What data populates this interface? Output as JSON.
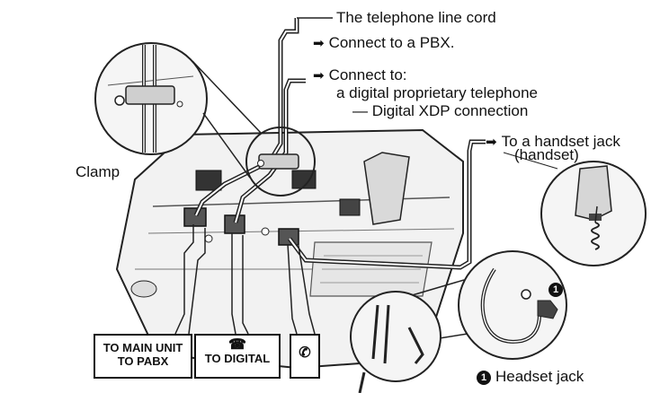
{
  "labels": {
    "line_cord": "The telephone line cord",
    "pbx": "Connect to a PBX.",
    "connect_to": "Connect to:",
    "digital_phone": "a digital proprietary telephone",
    "xdp": "— Digital XDP connection",
    "handset_jack": "To a handset jack",
    "handset": "(handset)",
    "clamp": "Clamp",
    "headset_jack": "Headset jack"
  },
  "callout_number": "1",
  "port_labels": {
    "main_unit_line1": "TO MAIN UNIT",
    "main_unit_line2": "TO PABX",
    "digital": "TO DIGITAL"
  },
  "icons": {
    "arrow": "right-arrow-icon",
    "phone": "telephone-icon",
    "handset": "handset-icon"
  }
}
